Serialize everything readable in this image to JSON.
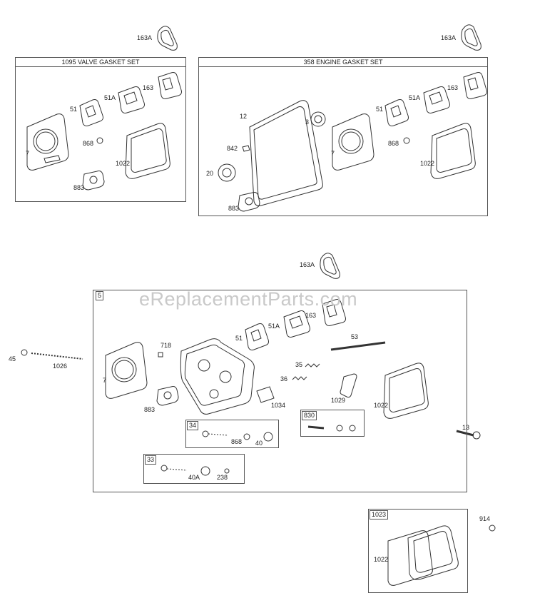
{
  "watermark": "eReplacementParts.com",
  "valve_gasket_set": {
    "title": "1095 VALVE GASKET SET",
    "labels": {
      "p163A": "163A",
      "p51": "51",
      "p51A": "51A",
      "p163": "163",
      "p7": "7",
      "p868": "868",
      "p1022": "1022",
      "p883": "883"
    }
  },
  "engine_gasket_set": {
    "title": "358 ENGINE GASKET SET",
    "labels": {
      "p163A": "163A",
      "p12": "12",
      "p3": "3",
      "p51": "51",
      "p51A": "51A",
      "p163": "163",
      "p842": "842",
      "p7": "7",
      "p868": "868",
      "p1022": "1022",
      "p20": "20",
      "p883": "883"
    }
  },
  "cylinder_head": {
    "box_tag": "5",
    "labels": {
      "p163A": "163A",
      "p163": "163",
      "p51A": "51A",
      "p51": "51",
      "p53": "53",
      "p718": "718",
      "p45": "45",
      "p1026": "1026",
      "p7": "7",
      "p35": "35",
      "p36": "36",
      "p1034": "1034",
      "p1029": "1029",
      "p1022": "1022",
      "p883": "883",
      "p868": "868",
      "p40": "40",
      "p40A": "40A",
      "p238": "238",
      "p13": "13"
    },
    "subassemblies": {
      "s34": "34",
      "s33": "33",
      "s830": "830"
    }
  },
  "cover": {
    "box_tag": "1023",
    "labels": {
      "p914": "914",
      "p1022": "1022"
    }
  }
}
